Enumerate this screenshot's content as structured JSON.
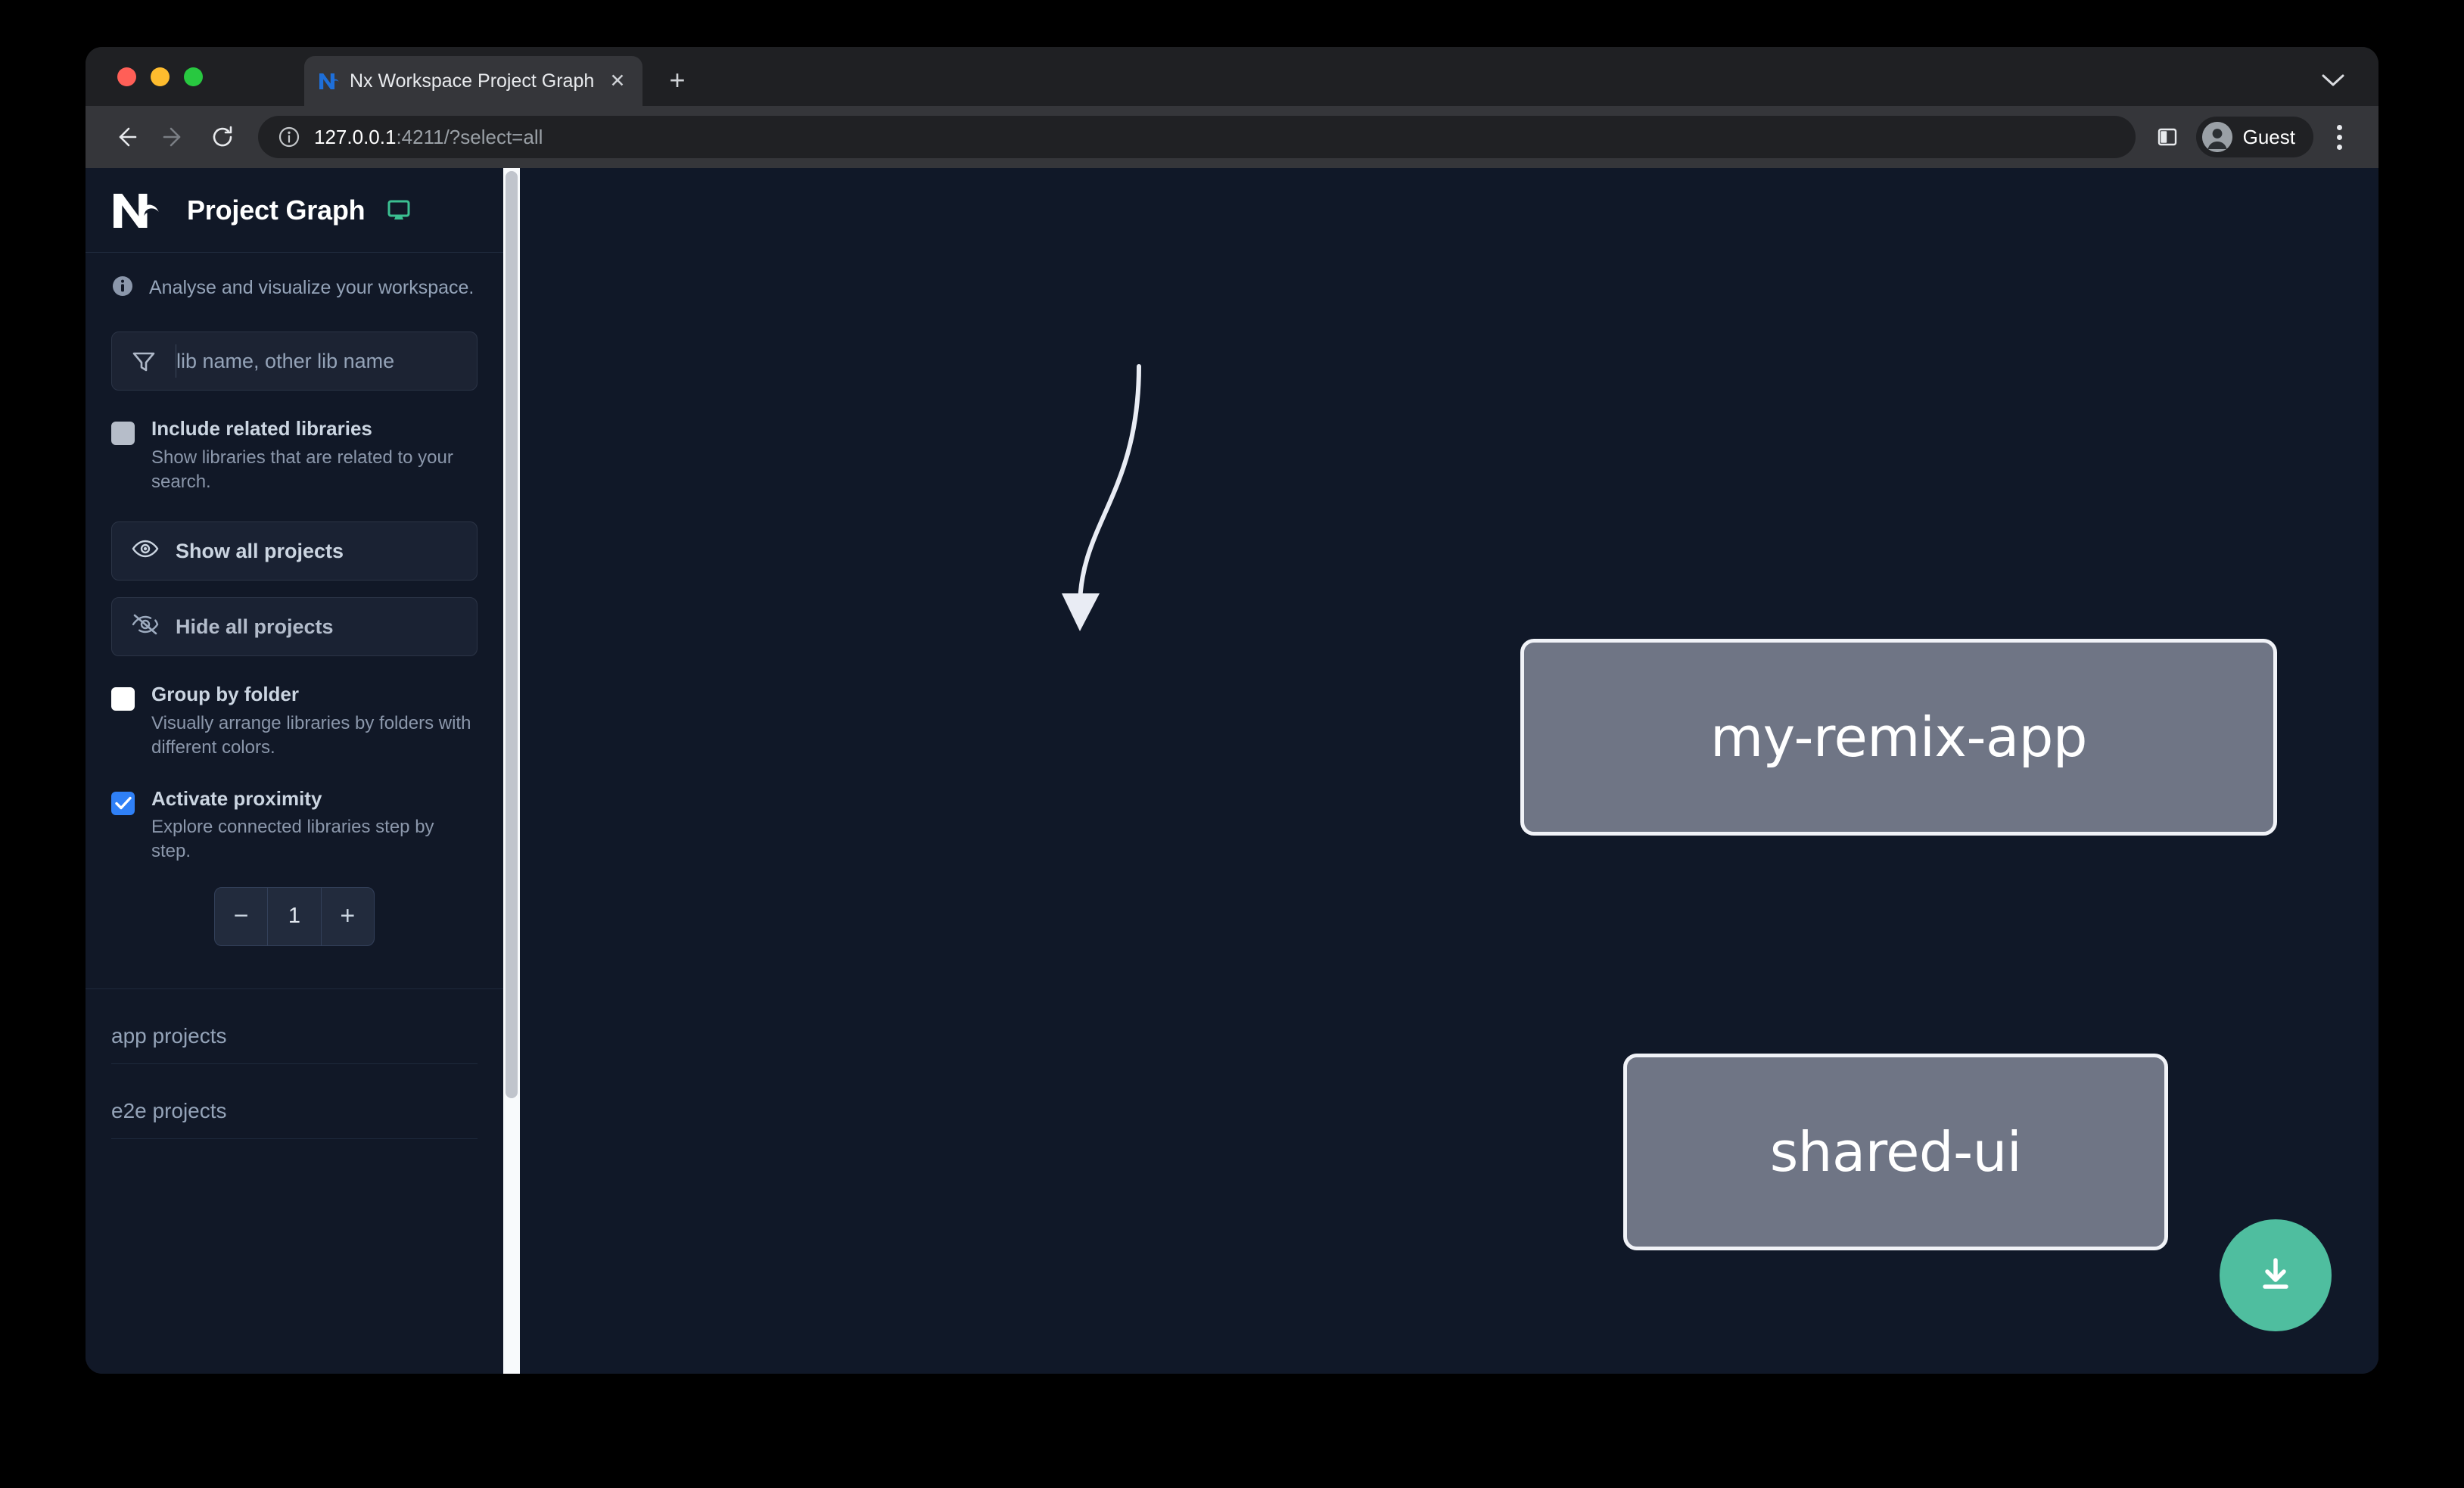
{
  "browser": {
    "tab": {
      "title": "Nx Workspace Project Graph",
      "favicon_name": "nx-favicon",
      "close_label": "✕"
    },
    "new_tab_label": "+",
    "tabstrip_chevron_name": "chevron-down-icon",
    "toolbar": {
      "back_name": "back-arrow-icon",
      "forward_name": "forward-arrow-icon",
      "reload_name": "reload-icon",
      "site_info_name": "info-circle-icon",
      "url_host": "127.0.0.1",
      "url_rest": ":4211/?select=all",
      "split_pane_name": "split-pane-icon",
      "profile_name": "Guest",
      "menu_name": "kebab-menu-icon"
    }
  },
  "sidebar": {
    "logo_name": "nx-logo",
    "title": "Project Graph",
    "display_mode_icon": "monitor-icon",
    "subtitle": "Analyse and visualize your workspace.",
    "search": {
      "icon": "filter-funnel-icon",
      "placeholder": "lib name, other lib name",
      "value": ""
    },
    "options": [
      {
        "key": "include-related-libraries",
        "label": "Include related libraries",
        "description": "Show libraries that are related to your search.",
        "state": "disabled"
      },
      {
        "key": "group-by-folder",
        "label": "Group by folder",
        "description": "Visually arrange libraries by folders with different colors.",
        "state": "unchecked"
      },
      {
        "key": "activate-proximity",
        "label": "Activate proximity",
        "description": "Explore connected libraries step by step.",
        "state": "checked"
      }
    ],
    "buttons": [
      {
        "key": "show-all-projects",
        "label": "Show all projects",
        "icon": "eye-icon"
      },
      {
        "key": "hide-all-projects",
        "label": "Hide all projects",
        "icon": "eye-slash-icon"
      }
    ],
    "stepper": {
      "decrement_label": "−",
      "value": "1",
      "increment_label": "+"
    },
    "project_groups": [
      {
        "key": "app-projects",
        "label": "app projects"
      },
      {
        "key": "e2e-projects",
        "label": "e2e projects"
      }
    ]
  },
  "graph": {
    "nodes": [
      {
        "id": "my-remix-app",
        "label": "my-remix-app"
      },
      {
        "id": "shared-ui",
        "label": "shared-ui"
      }
    ],
    "edges": [
      {
        "from": "my-remix-app",
        "to": "shared-ui"
      }
    ],
    "download_button": {
      "name": "download-image-button",
      "icon": "download-icon"
    }
  },
  "colors": {
    "page_background": "#101828",
    "sidebar_background": "#111827",
    "node_fill": "#6f7585",
    "node_border": "#f1f3f8",
    "accent_green": "#4fbe9f",
    "checkbox_checked": "#2f80f7"
  }
}
